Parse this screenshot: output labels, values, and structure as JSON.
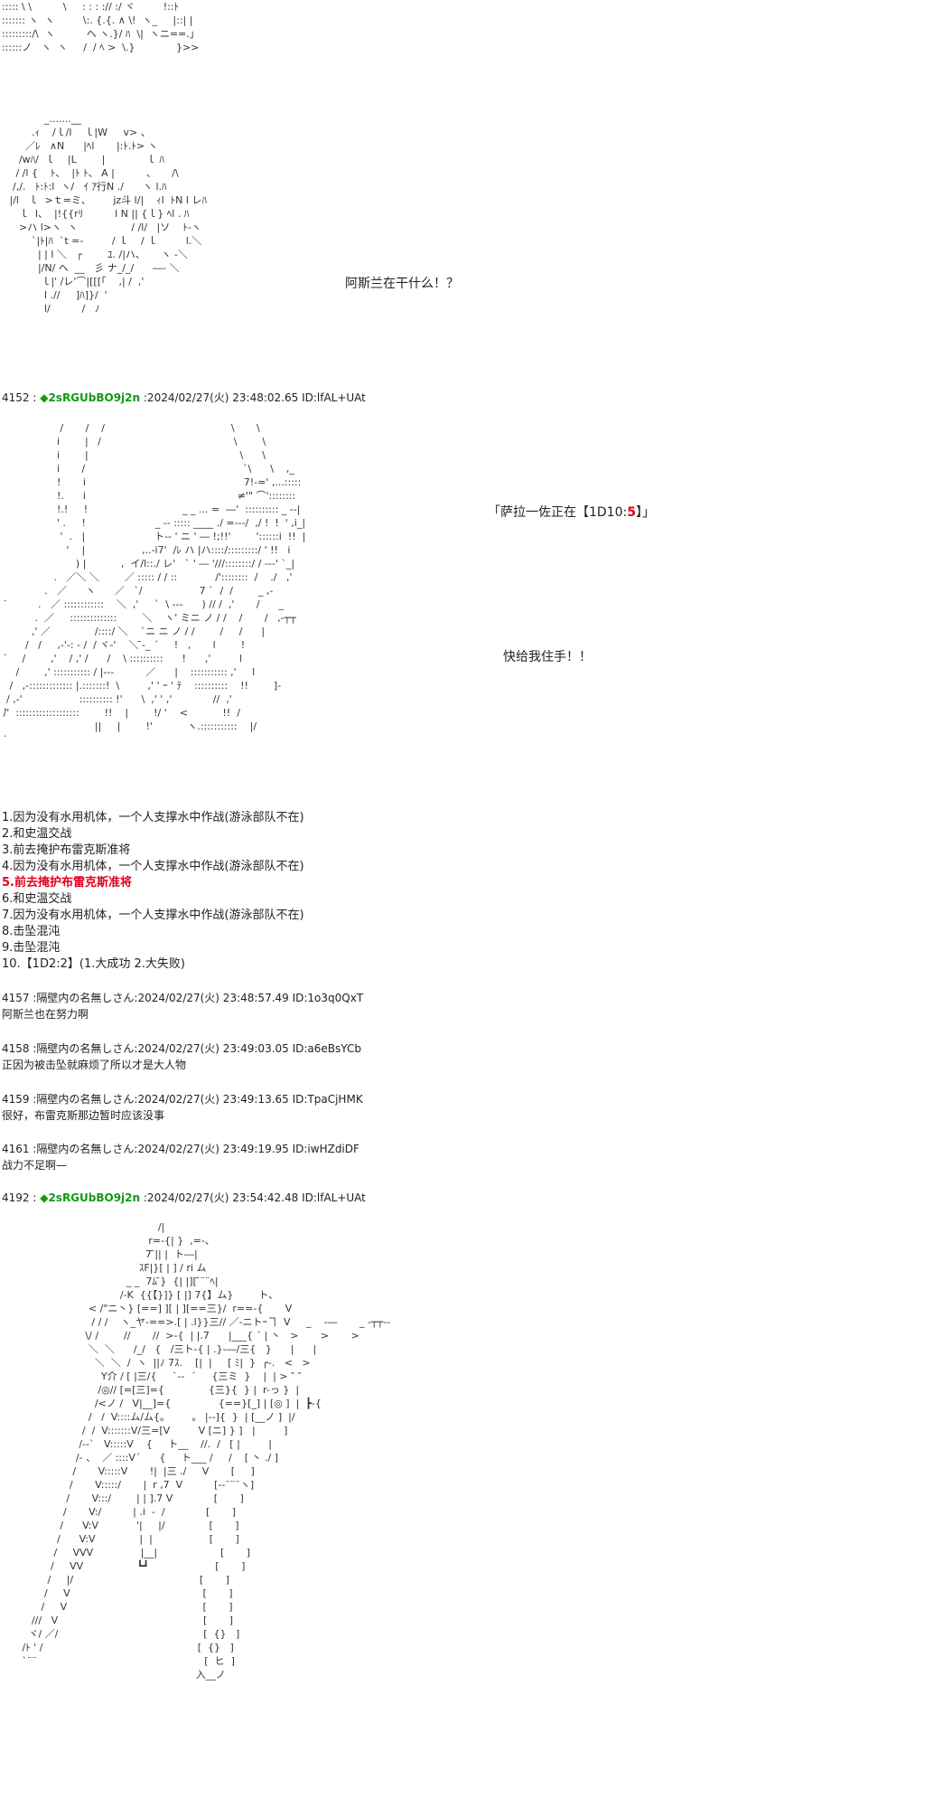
{
  "art": {
    "top_fragment": "::::: \\ \\          \\     : : : :// :/ ヾ         !::ﾄ\n::::::: ヽ  ヽ         \\:. {.{. ∧ \\!  ヽ_     |::| |\n:::::::::/\\  ヽ          へ ヽ.}/ ﾊ  \\|  ヽニ==.」\n::::::ノ   ヽ  ヽ     /  / ﾍ >  \\.}             }>>",
    "girl_face": "              _.......__\n          .ｨ    /ｌ/l    ｌ|W     v> 、\n        ／ﾚ   ∧N      |ﾍl       |:ﾄ.ﾄ> ヽ\n      /wﾊ/  ｌ    |L        |             ｌ ﾊ\n     / /l {    ﾄ、  |ﾄ ﾄ、 A |          、     /\\\n    /,/.   ﾄ:ﾄ:l  ヽ/   ｲ ｱ行N ./      ヽ l.ﾊ\n   |/l   ｌ  >ｔ=ミ、       jz斗 l/|    ｨl  ﾄN l レﾊ\n      ｌ  l、  |!{{rﾘ          l N || {ｌ} ﾍl . ﾊ\n      >ハ l>ヽ  ヽ                 / /l/   |ソ    ﾄ-ヽ\n          `|ﾄ|ﾊ  `t =-         / ｌ    / ｌ         l.＼\n            | | l ＼   ┌        ﾕ. /|ハ、     ヽ -＼\n            |/N/ へ  __   彡 ナ_/_/      ―- ＼\n             ｌ|' /レ'⌒|[[[「    ,| /  ,'\n              l .//     ]ﾊ]}/  '\n              l/          /   ﾉ",
    "robot_one": "                   /       /    /                                        \\       \\\n                  i        |   /                                          \\        \\\n                  i        |                                                \\      \\\n                  i       /                                                  `\\      \\    ,_\n                  !       i                                                  7!-=' ,...:::::\n                  !.      i                                                ≠'\" ⌒'::::::::\n                  !.!     !                              _ _ ... =  ―'  :::::::::: _ --|\n                  ' .     !                      _ -- ::::: ____ ./ =---/  ,/ !  !  ' ,i_|\n                   '  .   |                      ト-- ' ニ ' ― !;!!'        '::::::i  !!  |\n                     '    |                  ,..-i7'  /ﾚ ハ |ハ::::/:::::::::/ ' !!   i\n                        ) |           ,  イ/l::./ レ'   ` ' ― '///::::::::/ / ---' `_|\n                 .   ／＼ ＼        ／ ::::: / / ::            /'::::::::  /    ./   ,'\n              .   ／      ヽ      ／   `/                  7 `  /  /        _ ,-\n            .   ／ ::::::::::::    ＼  ,'     `  \\ ---      ) // /  ,'       /      _\n           .  ／     ::::::::::::::        ＼    ヽ' ミニ ノ / /    /       /   ,-┬┬\n          ,' ／              /::::/ ＼    `ニ ニ ノ / /        /     /      |\n        /   /     ,-'-: ‐ /  / ヾ-'    ＼ ̄-_ ´     !   ,       l        !\n       /        ,'    / ,' /      /    \\ ::::::::::      !      ,'         l\n     /        ,' ::::::::::: / |---          ／      |    ::::::::::: ,'     l\n   /   ,-::::::::::::: |.:::::::!  \\         ,' ' ｰ ' ﾃ    ::::::::::    !!        ]-\n  / ,-'                  :::::::::: !'      \\  ,' ' ,'             //  ,'\n /'  :::::::::::::::::::        !!    |        !/ '    <           !!  /\n                              ||     |        !'           ヽ.:::::::::::    |/",
    "robot_two": "                                                  /|\n                                               r=-{| }  ,=-、\n                                              7 ̄|| |  ト―|\n                                            ｽF|}[ | ] / ri ム\n                                        _ _  7ﾑ ̄}  {| |][ ̄¨¨ﾍ|\n                                      /-K  {{【}]} [ |] 7{】ム}        ト、\n                            < /\"ニ丶} [==] ][ | ][==三}/  r==-{       V\n                             / / /    ヽ_ヤ-==>.[ | .l}}三// ／-ニトｰヿ  V     _    -―       _ -┬┬--\n                           \\/ /        //       //  >-{  | |.7      |___{ ´ | 丶   >       >       >\n                            ＼  ＼      /_/   {   /三ト-{ | .}-―/三{   }      |      |\n                              ＼  ＼  /  ヽ  ||ﾉ 7ｽ.    [|  |     [ ﾐ|  }  ┌-.   <   >\n                                Y介 / [ |三/{     `--  ´     {三ミ  }    |  | > ″ ″\n                               /◎// [=[三]={              {三}{  } |  r-っ }  |\n                              /<ノ /   V|__]={               {==}[_] | [◎ ]  |  ┣-{\n                            /   /  V::::ム/ム{。       。 |--]{  }  | [__ノ ]  |/\n                          /  /  V:::::::V/三=[V         V [ニ] } ]   |         ]\n                         /--`   V:::::V    {     ト__    //.  /   [ |         |\n                        /- 、  ／ ::::V´      {     ト___ /     /    [ 丶 ./ ]\n                       /       V:::::V       !|  |三 ./     V       [     ]\n                      /       V:::::/       |  r ,7  V          [-‐¨¨¨ヽ]\n                     /       V:::/        | | ].7 V             [       ]\n                    /       V:/          | .i  -  /             [       ]\n                   /      V:V            '|     |/              [       ]\n                  /      V:V              |  |                  [       ]\n                 /     VVV               |__|                    [       ]\n                /     VV                 ┗┛                     [       ]\n               /     |/                                        [       ]\n              /     V                                          [       ]\n             /     V                                           [       ]\n          ///   V                                              [       ]\n         ヾ/ ／/                                              [  {}   ]\n       /ﾄ ' /                                                 [  {}   ]\n       `¨¨                                                     [  ヒ  ]\n                                                              入__ノ",
    "left_marks": ".\n\n\n\n.\n\n\n\n.\n\n."
  },
  "speech": {
    "asran": "阿斯兰在干什么！？",
    "sarah_prefix": "「萨拉一佐正在【1D10:",
    "sarah_roll": "5",
    "sarah_suffix": "】」",
    "stop": "快给我住手！！"
  },
  "posts": [
    {
      "num": "4152",
      "sep": " : ",
      "trip": "◆2sRGUbBO9j2n",
      "name": "",
      "meta": " :2024/02/27(火) 23:48:02.65 ID:lfAL+UAt",
      "body": ""
    },
    {
      "num": "4157",
      "sep": " :",
      "trip": "",
      "name": "隔壁内の名無しさん",
      "meta": ":2024/02/27(火) 23:48:57.49 ID:1o3q0QxT",
      "body": "阿斯兰也在努力啊"
    },
    {
      "num": "4158",
      "sep": " :",
      "trip": "",
      "name": "隔壁内の名無しさん",
      "meta": ":2024/02/27(火) 23:49:03.05 ID:a6eBsYCb",
      "body": "正因为被击坠就麻烦了所以才是大人物"
    },
    {
      "num": "4159",
      "sep": " :",
      "trip": "",
      "name": "隔壁内の名無しさん",
      "meta": ":2024/02/27(火) 23:49:13.65 ID:TpaCjHMK",
      "body": "很好，布雷克斯那边暂时应该没事"
    },
    {
      "num": "4161",
      "sep": " :",
      "trip": "",
      "name": "隔壁内の名無しさん",
      "meta": ":2024/02/27(火) 23:49:19.95 ID:iwHZdiDF",
      "body": "战力不足啊—"
    },
    {
      "num": "4192",
      "sep": " : ",
      "trip": "◆2sRGUbBO9j2n",
      "name": "",
      "meta": " :2024/02/27(火) 23:54:42.48 ID:lfAL+UAt",
      "body": ""
    }
  ],
  "choices": [
    "1.因为没有水用机体，一个人支撑水中作战(游泳部队不在)",
    "2.和史温交战",
    "3.前去掩护布雷克斯准将",
    "4.因为没有水用机体，一个人支撑水中作战(游泳部队不在)",
    "5.前去掩护布雷克斯准将",
    "6.和史温交战",
    "7.因为没有水用机体，一个人支撑水中作战(游泳部队不在)",
    "8.击坠混沌",
    "9.击坠混沌",
    "10.【1D2:2】(1.大成功 2.大失败)"
  ],
  "selected_choice_index": 4,
  "colors": {
    "trip": "#119911",
    "highlight": "#e0001b",
    "text": "#222222",
    "background": "#ffffff"
  }
}
